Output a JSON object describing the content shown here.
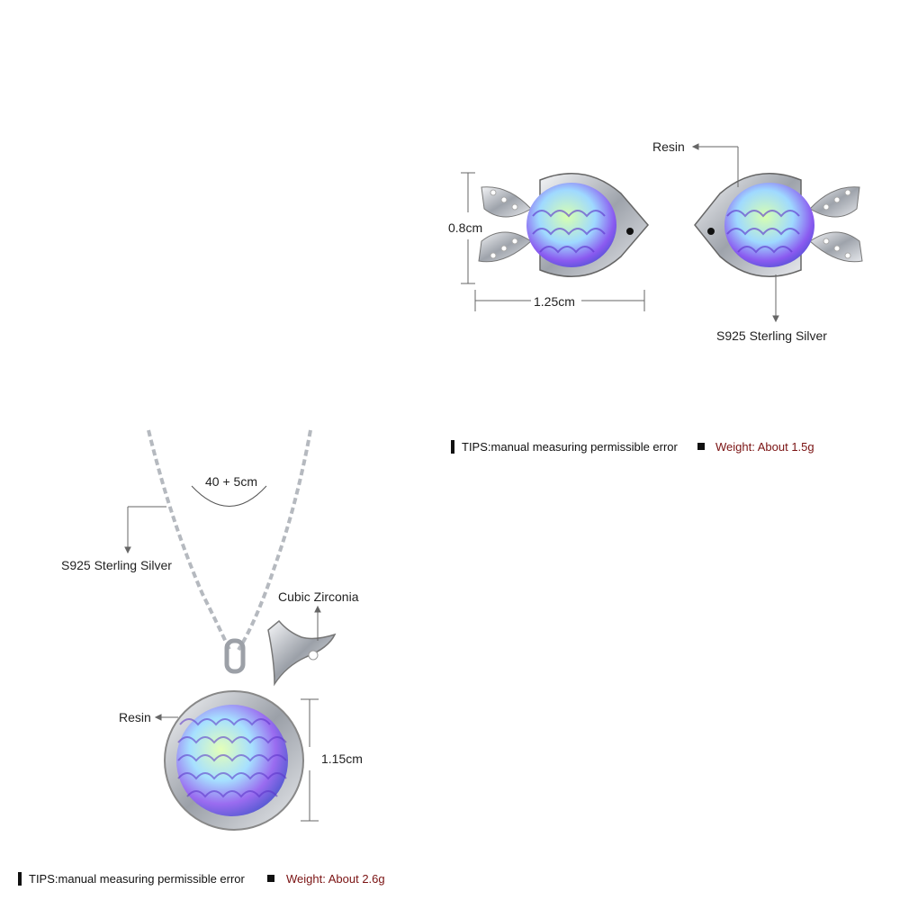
{
  "earrings": {
    "labels": {
      "resin": "Resin",
      "height": "0.8cm",
      "width": "1.25cm",
      "metal": "S925 Sterling Silver"
    },
    "tips": "TIPS:manual measuring permissible error",
    "weight": "Weight: About 1.5g"
  },
  "necklace": {
    "labels": {
      "chain_length": "40 + 5cm",
      "metal": "S925 Sterling Silver",
      "stone": "Cubic Zirconia",
      "resin": "Resin",
      "height": "1.15cm"
    },
    "tips": "TIPS:manual measuring permissible error",
    "weight": "Weight: About 2.6g"
  },
  "colors": {
    "text": "#222222",
    "weight": "#7a1212",
    "silver": "#c8ccd2",
    "scale_purple": "#7a4fe0",
    "scale_green": "#b9f08a"
  }
}
